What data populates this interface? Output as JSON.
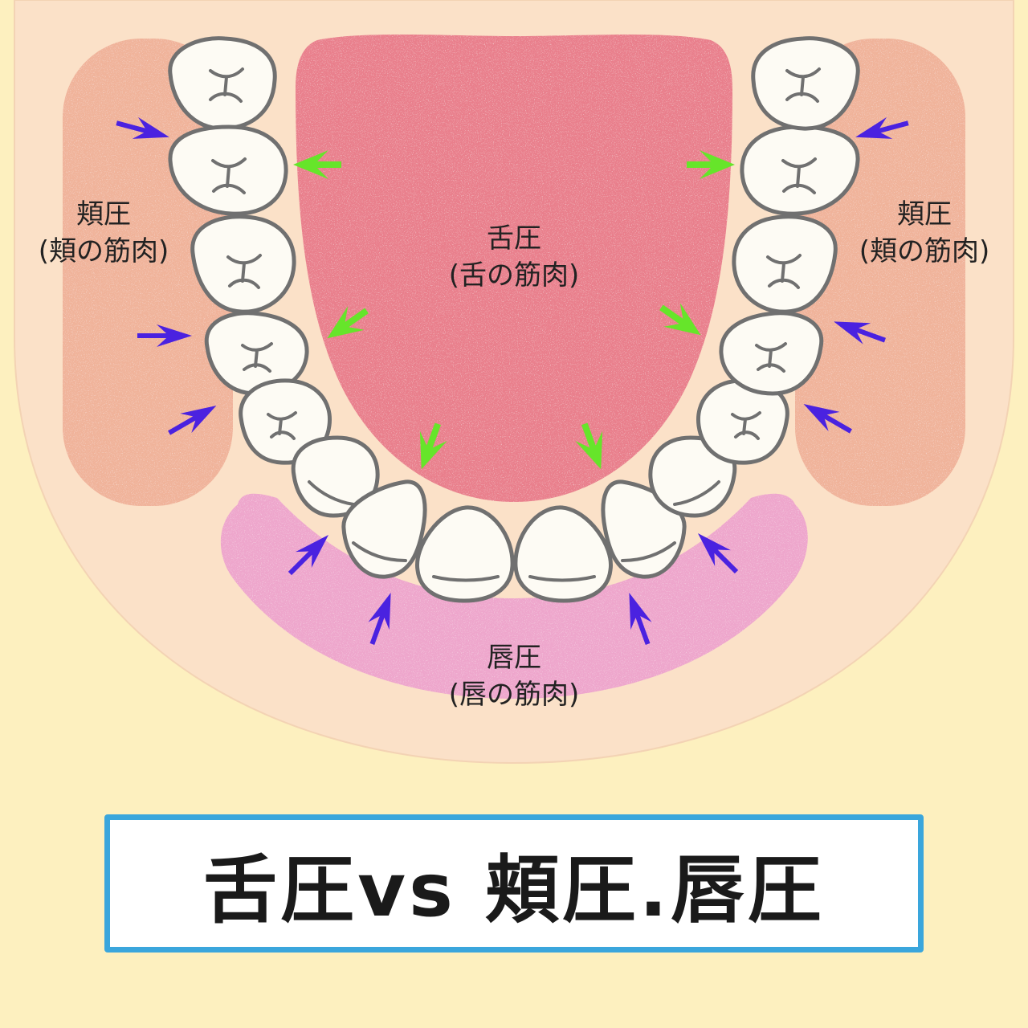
{
  "labels": {
    "cheek_left": {
      "title": "頬圧",
      "sub": "(頬の筋肉)"
    },
    "cheek_right": {
      "title": "頬圧",
      "sub": "(頬の筋肉)"
    },
    "tongue": {
      "title": "舌圧",
      "sub": "(舌の筋肉)"
    },
    "lip": {
      "title": "唇圧",
      "sub": "(唇の筋肉)"
    }
  },
  "title": "舌圧vs 頬圧.唇圧",
  "colors": {
    "background": "#fdf0bf",
    "mouth": "#fbe1c8",
    "tongue": "#e97f8c",
    "cheek_muscle": "#f0b39a",
    "lip_muscle": "#eea6cc",
    "tooth": "#fdfbf4",
    "tooth_outline": "#6e6e6e",
    "tongue_arrow": "#66e52a",
    "outer_arrow": "#4a22e0",
    "title_border": "#3aa6dc"
  }
}
